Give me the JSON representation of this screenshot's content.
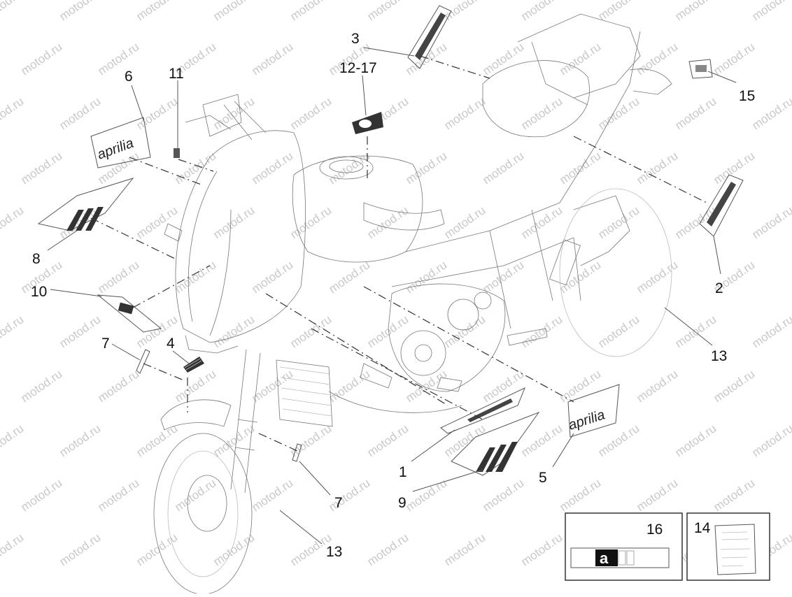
{
  "watermark": {
    "text": "motod.ru"
  },
  "callouts": [
    {
      "id": "c3",
      "label": "3"
    },
    {
      "id": "c12_17",
      "label": "12-17"
    },
    {
      "id": "c6",
      "label": "6"
    },
    {
      "id": "c11",
      "label": "11"
    },
    {
      "id": "c15",
      "label": "15"
    },
    {
      "id": "c8",
      "label": "8"
    },
    {
      "id": "c2",
      "label": "2"
    },
    {
      "id": "c10",
      "label": "10"
    },
    {
      "id": "c13a",
      "label": "13"
    },
    {
      "id": "c7a",
      "label": "7"
    },
    {
      "id": "c4",
      "label": "4"
    },
    {
      "id": "c1",
      "label": "1"
    },
    {
      "id": "c5",
      "label": "5"
    },
    {
      "id": "c9",
      "label": "9"
    },
    {
      "id": "c7b",
      "label": "7"
    },
    {
      "id": "c13b",
      "label": "13"
    }
  ],
  "decals": {
    "brand_left": "aprilia",
    "brand_right": "aprilia"
  },
  "insets": {
    "box16": {
      "label": "16",
      "letter": "a"
    },
    "box14": {
      "label": "14"
    }
  }
}
